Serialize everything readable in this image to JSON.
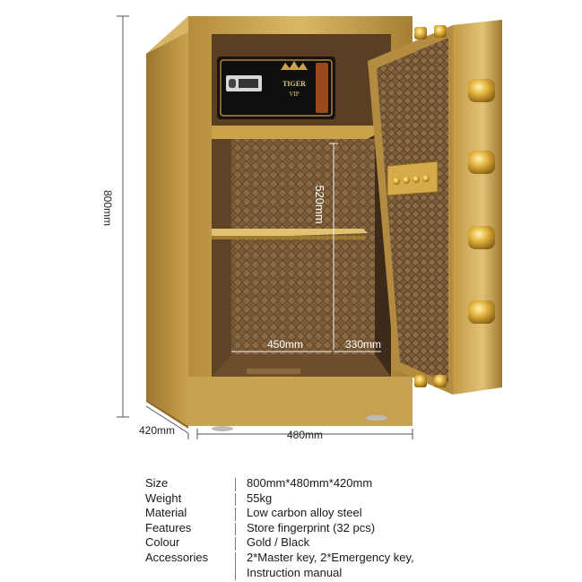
{
  "dimensions": {
    "height_total": "800mm",
    "depth": "420mm",
    "width": "480mm",
    "inner_height": "520mm",
    "inner_width": "450mm",
    "inner_depth": "330mm"
  },
  "brand_plate": {
    "line1": "TIGER",
    "line2": "VIP"
  },
  "specs": [
    {
      "label": "Size",
      "value": "800mm*480mm*420mm"
    },
    {
      "label": "Weight",
      "value": "55kg"
    },
    {
      "label": "Material",
      "value": "Low carbon alloy steel"
    },
    {
      "label": "Features",
      "value": "Store fingerprint (32 pcs)"
    },
    {
      "label": "Colour",
      "value": "Gold / Black"
    },
    {
      "label": "Accessories",
      "value": "2*Master key, 2*Emergency key,",
      "value2": "Instruction manual"
    }
  ],
  "colors": {
    "gold": "#c9a24a",
    "gold_dark": "#8d6b24",
    "interior": "#7a5a34",
    "panel_black": "#111111"
  }
}
